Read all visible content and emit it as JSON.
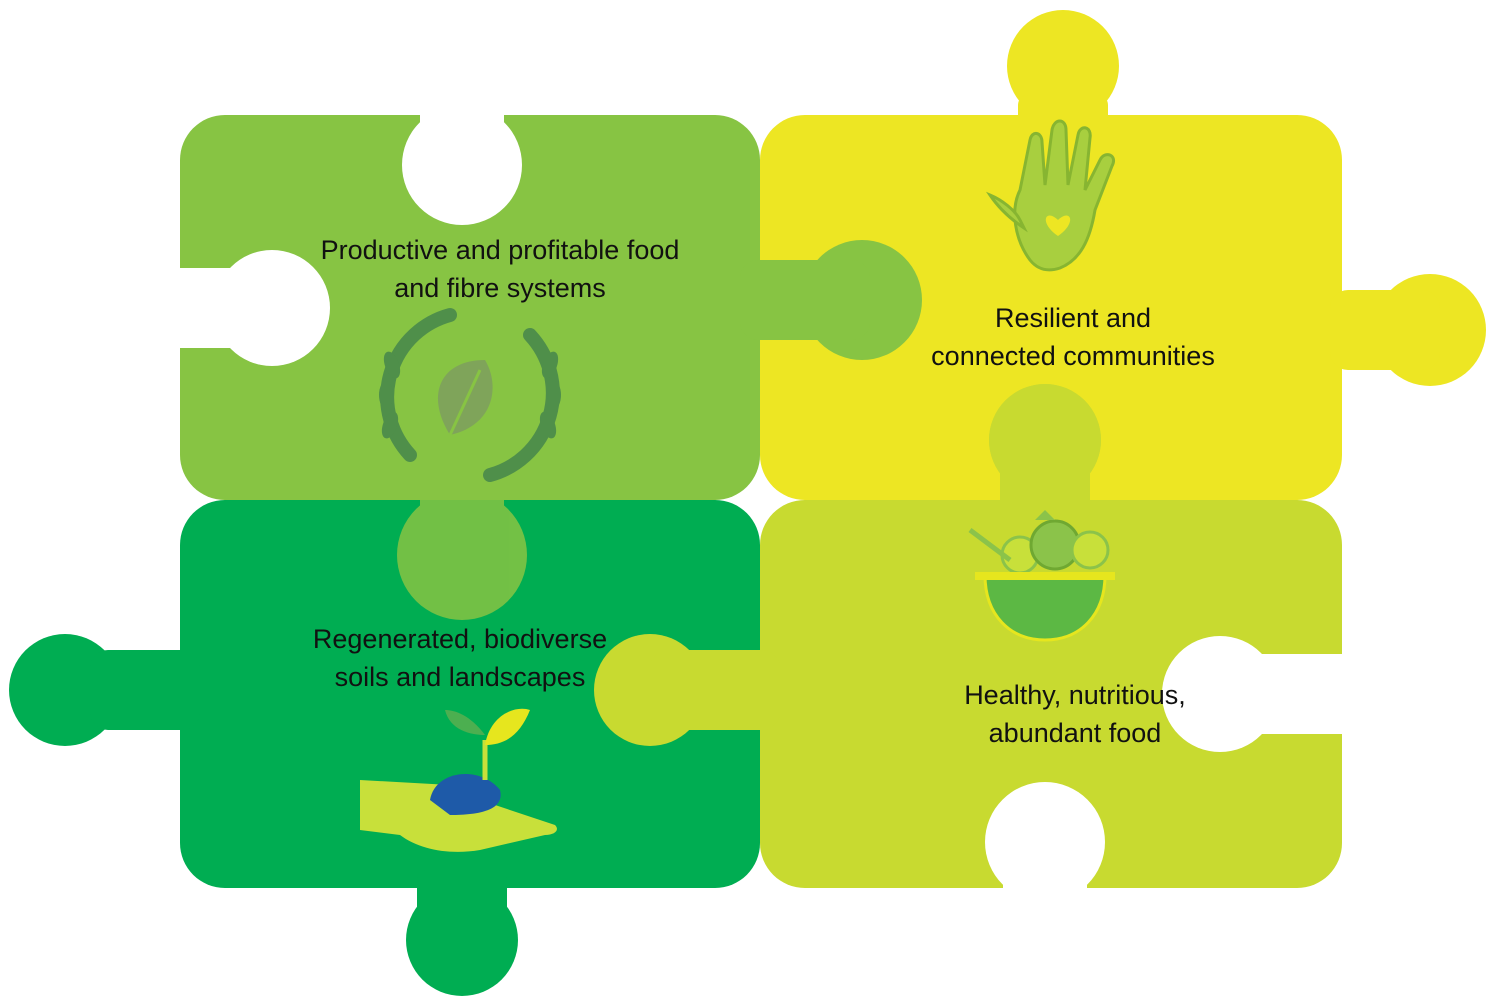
{
  "pieces": [
    {
      "id": "food-fibre",
      "label": "Productive and profitable food\nand fibre systems",
      "color": "#87c443",
      "icon": "wheat-wreath-leaf-icon"
    },
    {
      "id": "communities",
      "label": "Resilient and\nconnected communities",
      "color": "#ede623",
      "icon": "hand-with-heart-icon"
    },
    {
      "id": "soils",
      "label": "Regenerated, biodiverse\nsoils and landscapes",
      "color": "#00ad52",
      "icon": "hand-holding-seedling-icon"
    },
    {
      "id": "healthy-food",
      "label": "Healthy, nutritious,\nabundant food",
      "color": "#c8da30",
      "icon": "vegetable-bowl-icon"
    }
  ]
}
